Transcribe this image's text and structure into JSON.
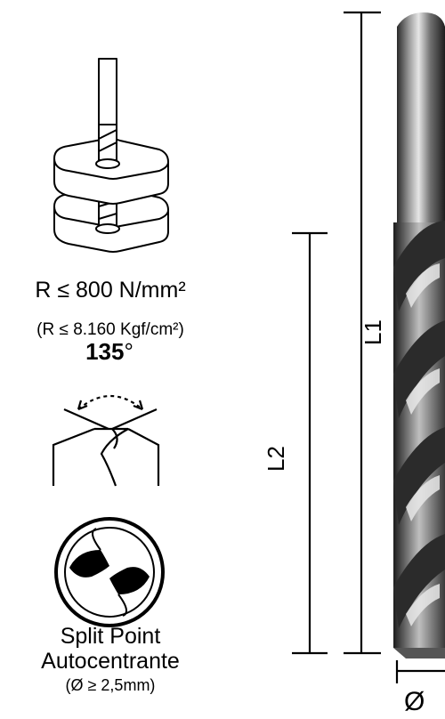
{
  "material": {
    "strength_nmm": "R ≤ 800 N/mm²",
    "strength_kgf": "(R ≤ 8.160 Kgf/cm²)"
  },
  "point": {
    "angle_value": "135",
    "angle_unit": "°"
  },
  "split_point": {
    "line1": "Split Point",
    "line2": "Autocentrante",
    "line3": "(Ø ≥ 2,5mm)"
  },
  "dimensions": {
    "total_length": "L1",
    "flute_length": "L2",
    "diameter": "Ø"
  }
}
